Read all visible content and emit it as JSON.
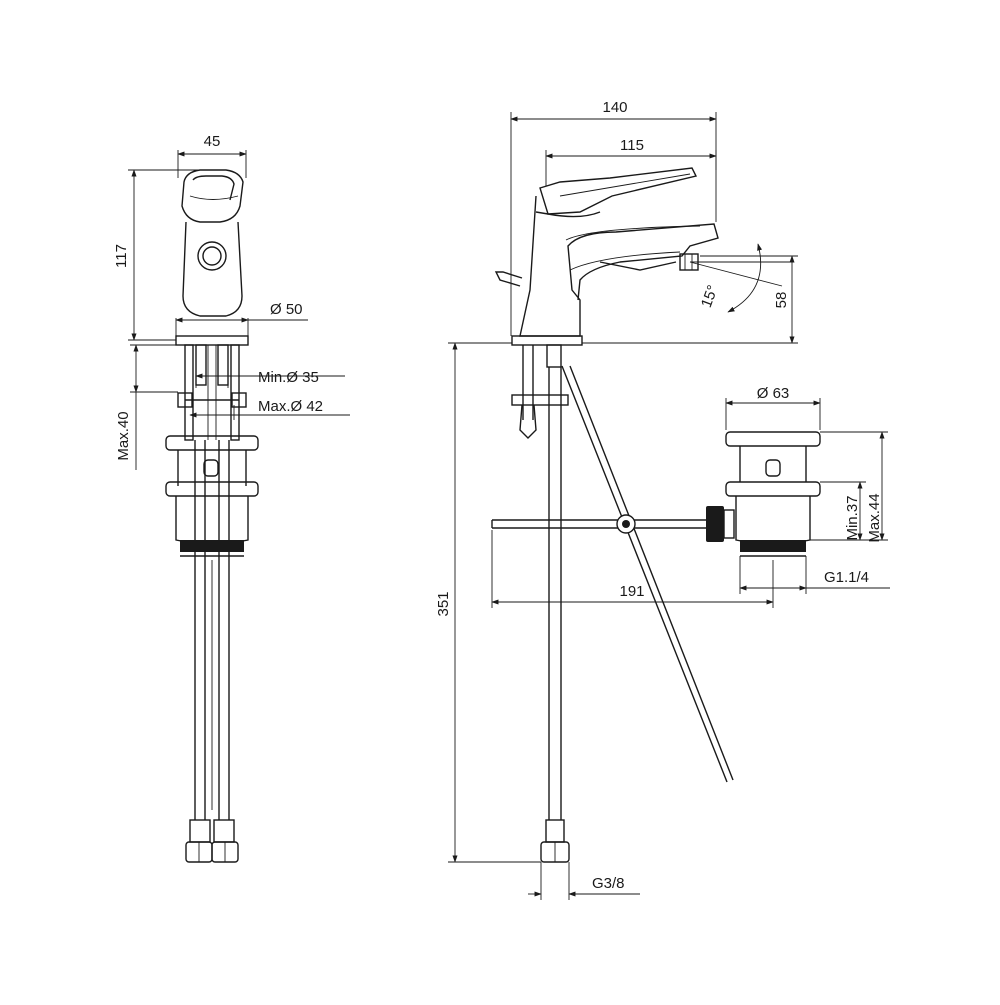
{
  "colors": {
    "line": "#1a1a1a",
    "background": "#ffffff"
  },
  "front_view": {
    "width_label": "45",
    "height_label": "117",
    "base_diameter_label": "Ø 50",
    "min_hole_label": "Min.Ø 35",
    "max_hole_label": "Max.Ø 42",
    "max_thickness_label": "Max.40"
  },
  "side_view": {
    "overall_reach_label": "140",
    "spout_reach_label": "115",
    "angle_label": "15°",
    "spout_height_label": "58",
    "hose_length_label": "351",
    "hose_thread_label": "G3/8"
  },
  "waste": {
    "diameter_label": "Ø 63",
    "min_label": "Min.37",
    "max_label": "Max.44",
    "pull_rod_label": "191",
    "thread_label": "G1.1/4"
  }
}
